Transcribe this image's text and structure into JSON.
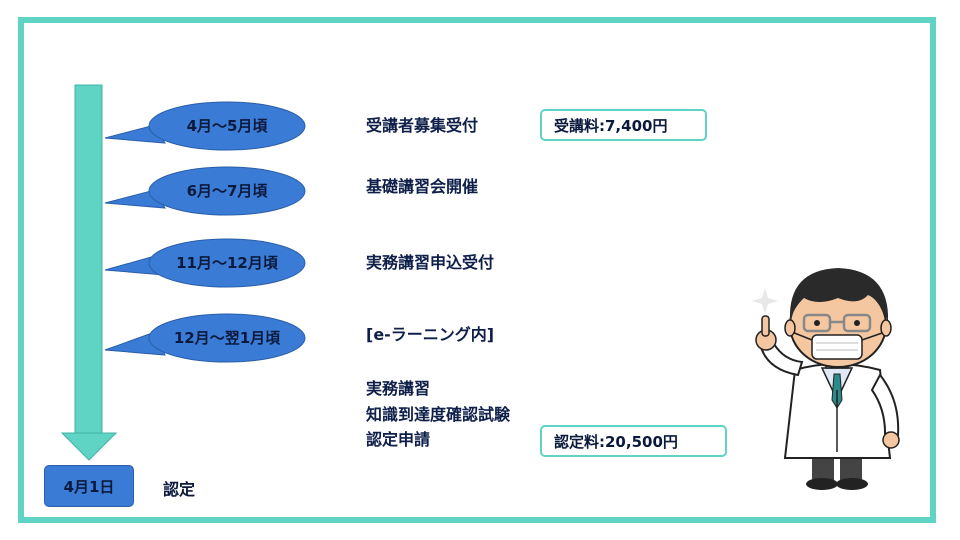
{
  "timeline": [
    {
      "period": "4月～5月頃",
      "event": "受講者募集受付",
      "fee": "受講料:7,400円"
    },
    {
      "period": "6月～7月頃",
      "event": "基礎講習会開催"
    },
    {
      "period": "11月～12月頃",
      "event": "実務講習申込受付"
    },
    {
      "period": "12月～翌1月頃",
      "event": "[e-ラーニング内]",
      "sub_events": [
        "実務講習",
        "知識到達度確認試験",
        "認定申請"
      ],
      "fee": "認定料:20,500円"
    }
  ],
  "final": {
    "date": "4月1日",
    "label": "認定"
  },
  "colors": {
    "accent": "#5fd3c4",
    "bubble": "#3a7bd5",
    "text": "#0f1f4a"
  },
  "illustration": {
    "icon": "doctor-pointing-mask-illustration"
  }
}
